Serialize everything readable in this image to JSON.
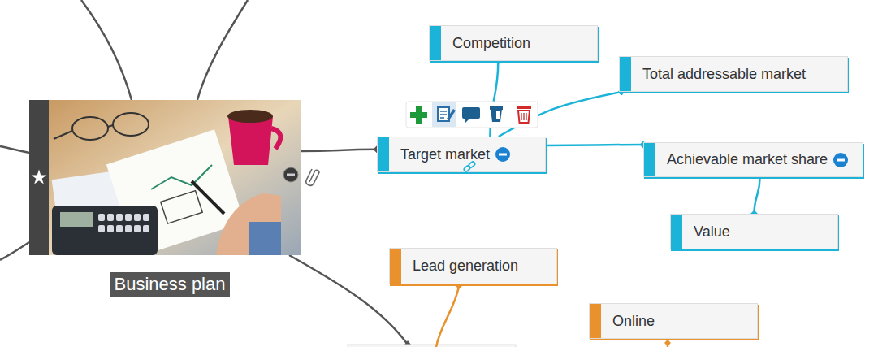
{
  "diagram": {
    "nodes": [
      {
        "text": [
          "Business plan"
        ]
      },
      {
        "text": [
          "Target market"
        ]
      },
      {
        "text": [
          "Competition"
        ]
      },
      {
        "text": [
          "Total addressable market"
        ]
      },
      {
        "text": [
          "Achievable market share"
        ]
      },
      {
        "text": [
          "Value"
        ]
      },
      {
        "text": [
          "Lead generation"
        ]
      },
      {
        "text": [
          "Online"
        ]
      }
    ],
    "edges": [
      {
        "from": 0,
        "to": 1,
        "arrow": "to"
      },
      {
        "from": 1,
        "to": 2,
        "arrow": "to"
      },
      {
        "from": 1,
        "to": 3,
        "arrow": "to"
      },
      {
        "from": 1,
        "to": 4,
        "arrow": "to"
      },
      {
        "from": 4,
        "to": 5,
        "arrow": "to"
      }
    ]
  }
}
